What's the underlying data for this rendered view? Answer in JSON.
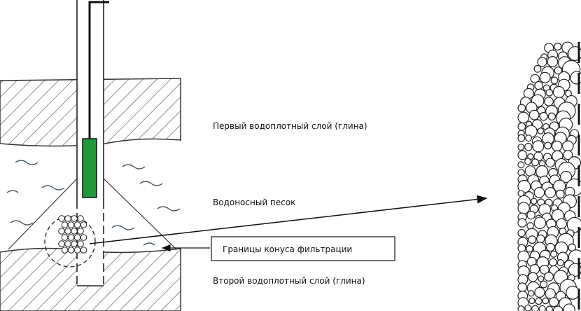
{
  "labels": {
    "first_layer": "Первый водоплотный слой (глина)",
    "aquifer": "Водоносный песок",
    "cone_boundary": "Границы конуса фильтрации",
    "second_layer": "Второй водоплотный слой (глина)"
  },
  "colors": {
    "pump": "#1f9a3a",
    "line": "#222222",
    "hatch": "#444444"
  }
}
